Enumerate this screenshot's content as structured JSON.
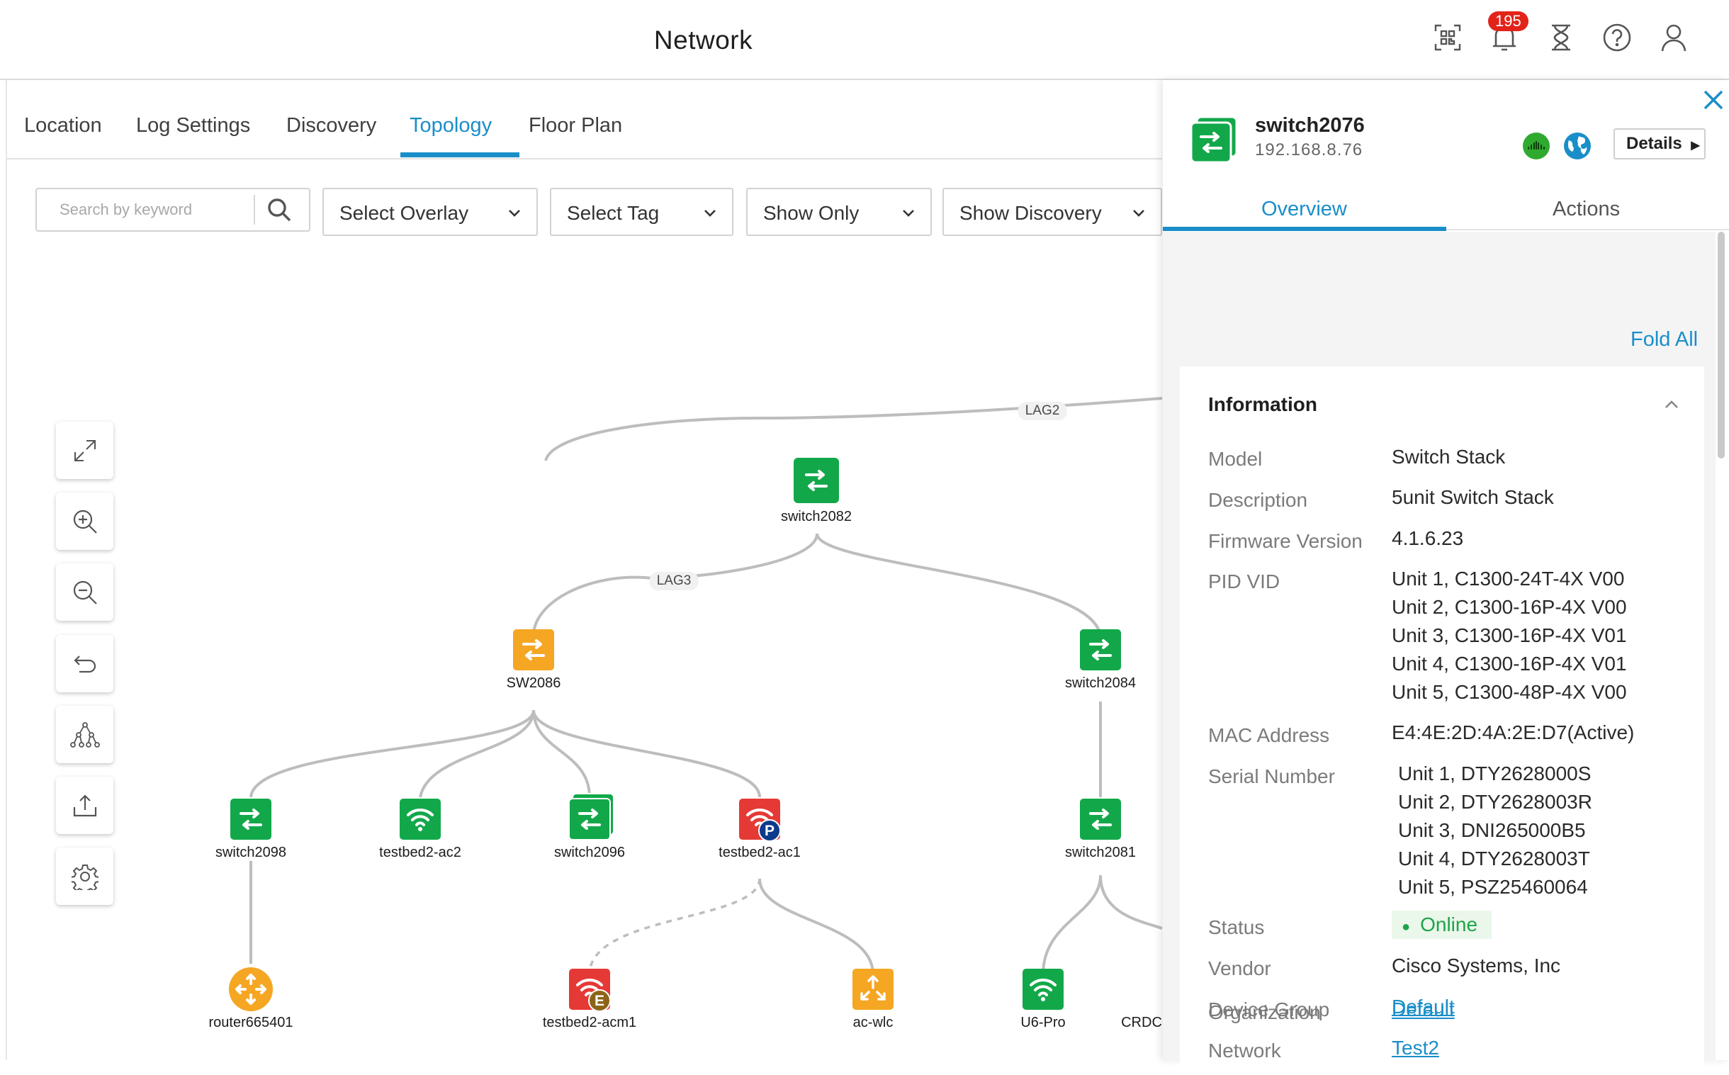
{
  "header": {
    "title": "Network",
    "notification_count": "195",
    "icons": [
      "qr-code-icon",
      "bell-icon",
      "hourglass-icon",
      "help-icon",
      "user-icon"
    ]
  },
  "tabs": [
    {
      "label": "Location"
    },
    {
      "label": "Log Settings"
    },
    {
      "label": "Discovery"
    },
    {
      "label": "Topology",
      "active": true
    },
    {
      "label": "Floor Plan"
    }
  ],
  "toolbar": {
    "search_placeholder": "Search by keyword",
    "dropdowns": [
      {
        "label": "Select Overlay"
      },
      {
        "label": "Select Tag"
      },
      {
        "label": "Show Only"
      },
      {
        "label": "Show Discovery"
      }
    ]
  },
  "controls": [
    "expand-icon",
    "zoom-in-icon",
    "zoom-out-icon",
    "undo-icon",
    "hierarchy-icon",
    "export-icon",
    "settings-icon"
  ],
  "topology": {
    "link_labels": [
      "LAG2",
      "LAG3"
    ],
    "nodes": [
      {
        "label": "switch2082",
        "type": "switch",
        "color": "#12a84a"
      },
      {
        "label": "SW2086",
        "type": "switch",
        "color": "#f5a623"
      },
      {
        "label": "switch2084",
        "type": "switch",
        "color": "#12a84a"
      },
      {
        "label": "switch2098",
        "type": "switch",
        "color": "#12a84a"
      },
      {
        "label": "testbed2-ac2",
        "type": "wifi",
        "color": "#12a84a"
      },
      {
        "label": "switch2096",
        "type": "switch-stack",
        "color": "#12a84a"
      },
      {
        "label": "testbed2-ac1",
        "type": "wifi",
        "color": "#e53935",
        "badge": "P"
      },
      {
        "label": "switch2081",
        "type": "switch",
        "color": "#12a84a"
      },
      {
        "label": "router665401",
        "type": "router",
        "color": "#f5a623"
      },
      {
        "label": "testbed2-acm1",
        "type": "wifi",
        "color": "#e53935",
        "badge": "E"
      },
      {
        "label": "ac-wlc",
        "type": "controller",
        "color": "#f5a623"
      },
      {
        "label": "U6-Pro",
        "type": "wifi",
        "color": "#12a84a"
      },
      {
        "label": "CRDC",
        "type": "label"
      }
    ]
  },
  "panel": {
    "device_name": "switch2076",
    "device_ip": "192.168.8.76",
    "details_label": "Details",
    "tabs": [
      "Overview",
      "Actions"
    ],
    "fold_all": "Fold All",
    "section_title": "Information",
    "model_label": "Model",
    "model": "Switch Stack",
    "description_label": "Description",
    "description": "5unit Switch Stack",
    "firmware_label": "Firmware Version",
    "firmware": "4.1.6.23",
    "pid_label": "PID VID",
    "pid": [
      "Unit 1, C1300-24T-4X V00",
      "Unit 2, C1300-16P-4X V00",
      "Unit 3, C1300-16P-4X V01",
      "Unit 4, C1300-16P-4X V01",
      "Unit 5, C1300-48P-4X V00"
    ],
    "mac_label": "MAC Address",
    "mac": "E4:4E:2D:4A:2E:D7(Active)",
    "serial_label": "Serial Number",
    "serial": [
      "Unit 1, DTY2628000S",
      "Unit 2, DTY2628003R",
      "Unit 3, DNI265000B5",
      "Unit 4, DTY2628003T",
      "Unit 5, PSZ25460064"
    ],
    "status_label": "Status",
    "status": "Online",
    "vendor_label": "Vendor",
    "vendor": "Cisco Systems, Inc",
    "device_group_label": "Device Group",
    "device_group": "Default",
    "network_label": "Network",
    "network": "Test2",
    "organization_label": "Organization",
    "organization": "Default"
  },
  "colors": {
    "accent": "#1a8ec9",
    "online": "#1fa34a",
    "switch_green": "#12a84a",
    "switch_orange": "#f5a623",
    "alert_red": "#e53935"
  }
}
